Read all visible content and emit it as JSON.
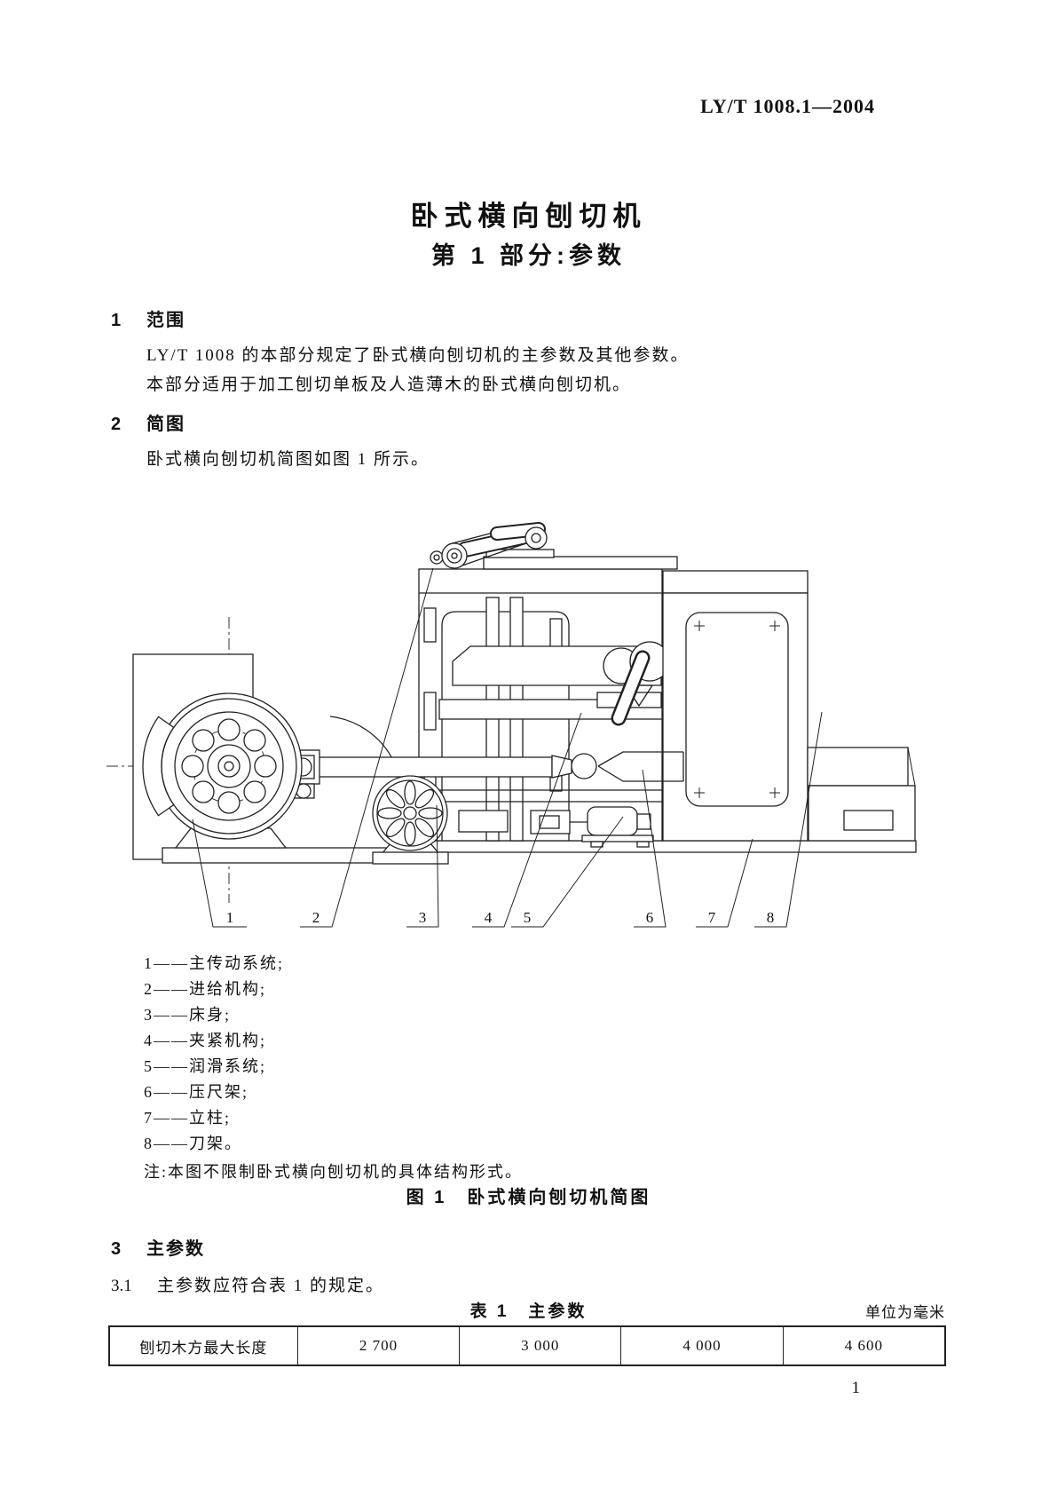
{
  "page": {
    "header": "LY/T 1008.1—2004",
    "page_number": "1"
  },
  "title": {
    "line1": "卧式横向刨切机",
    "line2": "第 1 部分:参数"
  },
  "sections": {
    "s1": {
      "number": "1",
      "heading": "范围",
      "para1": "LY/T 1008 的本部分规定了卧式横向刨切机的主参数及其他参数。",
      "para2": "本部分适用于加工刨切单板及人造薄木的卧式横向刨切机。"
    },
    "s2": {
      "number": "2",
      "heading": "简图",
      "para1": "卧式横向刨切机简图如图 1 所示。"
    },
    "s3": {
      "number": "3",
      "heading": "主参数",
      "s31_number": "3.1",
      "s31_text": "主参数应符合表 1 的规定。"
    }
  },
  "figure": {
    "part_labels": [
      "1",
      "2",
      "3",
      "4",
      "5",
      "6",
      "7",
      "8"
    ],
    "legend": [
      "1——主传动系统;",
      "2——进给机构;",
      "3——床身;",
      "4——夹紧机构;",
      "5——润滑系统;",
      "6——压尺架;",
      "7——立柱;",
      "8——刀架。"
    ],
    "note": "注:本图不限制卧式横向刨切机的具体结构形式。",
    "caption": "图 1　卧式横向刨切机简图"
  },
  "table": {
    "title": "表 1　主参数",
    "unit_note": "单位为毫米",
    "rows": [
      {
        "label": "刨切木方最大长度",
        "values": [
          "2 700",
          "3 000",
          "4 000",
          "4 600"
        ]
      }
    ]
  }
}
